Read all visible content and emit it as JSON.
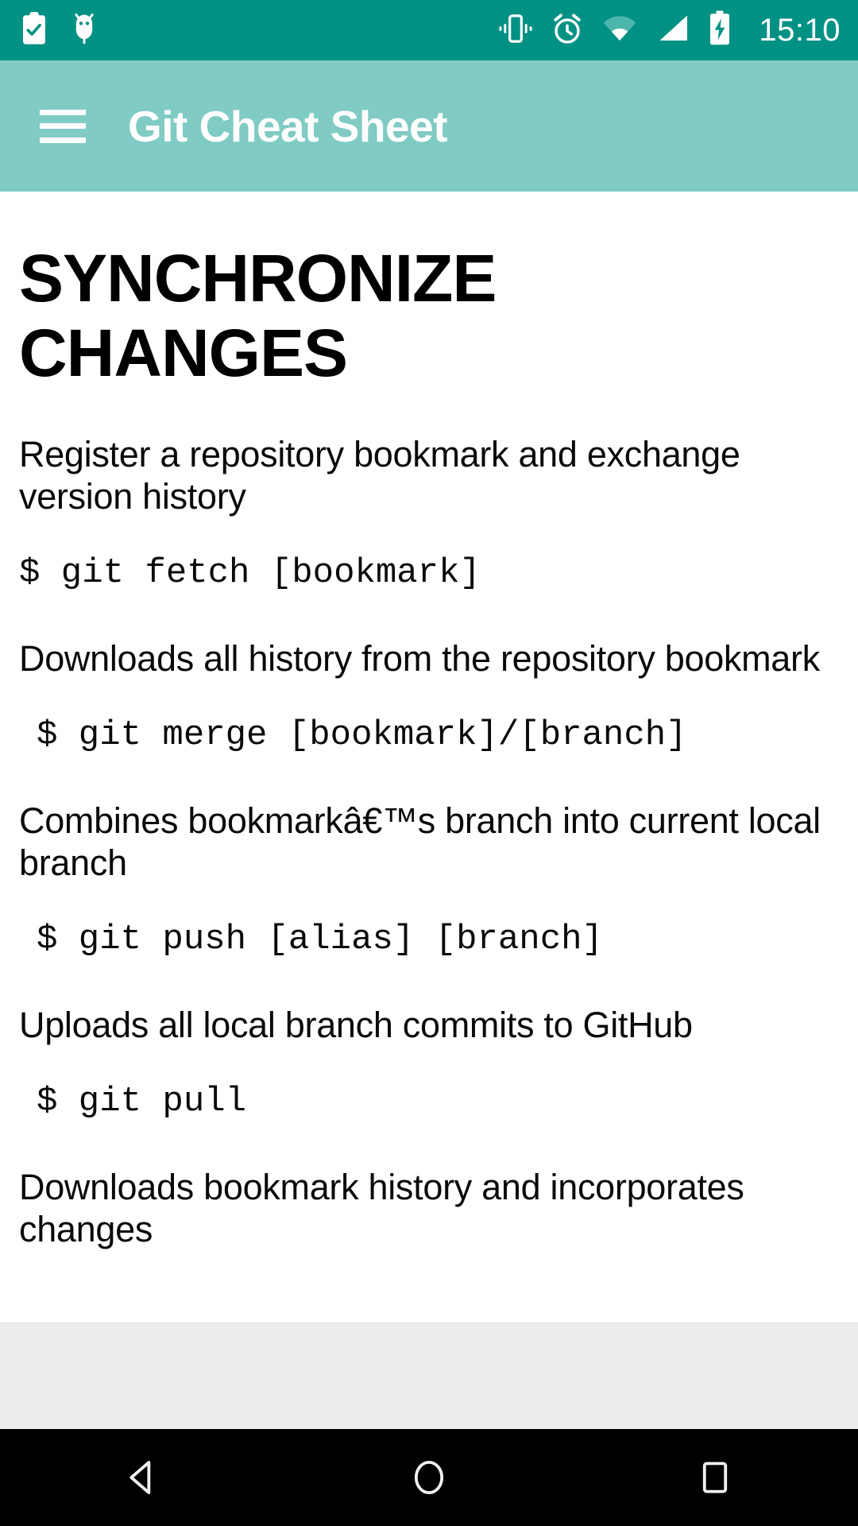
{
  "status_bar": {
    "background": "#009185",
    "icons": [
      {
        "name": "clipboard-check-icon",
        "label": "Clipboard"
      },
      {
        "name": "android-debug-icon",
        "label": "USB debugging"
      },
      {
        "name": "vibrate-icon",
        "label": "Ringer vibrate"
      },
      {
        "name": "alarm-clock-icon",
        "label": "Alarm set"
      },
      {
        "name": "wifi-icon",
        "label": "Wi-Fi"
      },
      {
        "name": "cell-signal-icon",
        "label": "Mobile signal"
      },
      {
        "name": "battery-charging-icon",
        "label": "Battery charging"
      }
    ],
    "clock": "15:10"
  },
  "app_bar": {
    "background": "#80cbc4",
    "menu_icon": "hamburger-menu-icon",
    "title": "Git Cheat Sheet"
  },
  "content": {
    "background": "#ffffff",
    "page_title": "SYNCHRONIZE CHANGES",
    "blocks": [
      {
        "kind": "paragraph",
        "text": "Register a repository bookmark and exchange version history"
      },
      {
        "kind": "code",
        "text": "$ git fetch [bookmark]"
      },
      {
        "kind": "paragraph",
        "text": "Downloads all history from the repository bookmark"
      },
      {
        "kind": "code",
        "text": "$ git merge [bookmark]/[branch]"
      },
      {
        "kind": "paragraph",
        "text": "Combines bookmarkâ€™s branch into current local branch"
      },
      {
        "kind": "code",
        "text": "$ git push [alias] [branch]"
      },
      {
        "kind": "paragraph",
        "text": "Uploads all local branch commits to GitHub"
      },
      {
        "kind": "code",
        "text": "$ git pull"
      },
      {
        "kind": "paragraph",
        "text": "Downloads bookmark history and incorporates changes"
      }
    ]
  },
  "footer": {
    "background": "#ececec"
  },
  "nav_bar": {
    "background": "#000000",
    "buttons": [
      {
        "name": "nav-back-button",
        "label": "Back"
      },
      {
        "name": "nav-home-button",
        "label": "Home"
      },
      {
        "name": "nav-recents-button",
        "label": "Recent apps"
      }
    ]
  }
}
